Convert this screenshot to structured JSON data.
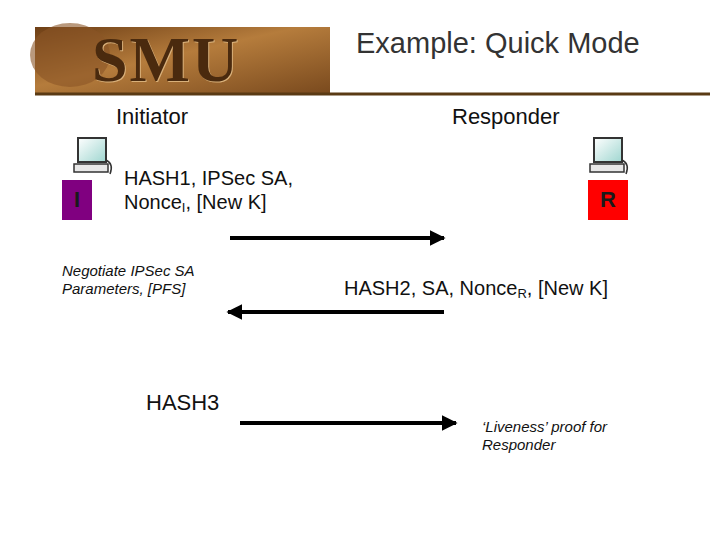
{
  "diagram": {
    "title": "Example: Quick Mode",
    "nodes": [
      {
        "text": [
          "I"
        ]
      },
      {
        "text": [
          "R"
        ]
      }
    ],
    "labels": [
      "SMU",
      "Initiator",
      "Responder",
      "HASH1, IPSec SA, NonceI, [New K]",
      "Negotiate IPSec SA Parameters, [PFS]",
      "HASH2, SA, NonceR, [New K]",
      "HASH3",
      "‘Liveness’ proof for Responder"
    ]
  }
}
